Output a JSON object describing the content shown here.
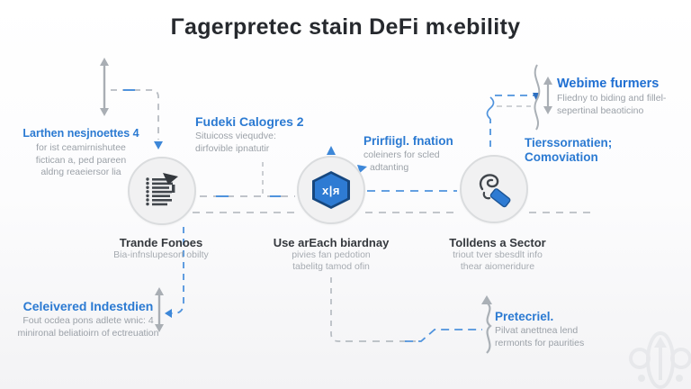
{
  "title": "Γagerpretec stain DeFi m‹ebility",
  "blocks": {
    "larthen": {
      "heading": "Larthen nesjnoettes 4",
      "line1": "for ist ceamirnishutee",
      "line2": "fictican a, ped pareen",
      "line3": "aldng reaeiersor lia"
    },
    "fudeki": {
      "heading": "Fudeki Calogres 2",
      "line1": "Situicoss viequdve:",
      "line2": "dirfovible ipnatutir"
    },
    "prirfiigl": {
      "heading": "Prirfiigl. fnation",
      "line1": "coleiners for scled",
      "line2": "adtanting"
    },
    "tierssornatien": {
      "heading": "Tierssornatien; Comoviation"
    },
    "webime": {
      "heading": "Webime furmers",
      "line1": "Fliedny to biding and fillel-",
      "line2": "sepertinal beaoticino"
    },
    "celeivered": {
      "heading": "Celeivered Indestdien",
      "line1": "Fout ocdea pons adlete wnic: 4",
      "line2": "minironal beliatioirn of ectreuation"
    },
    "pretecriel": {
      "heading": "Pretecriel.",
      "line1": "Pilvat anettnea lend",
      "line2": "rermonts for paurities"
    }
  },
  "nodes": {
    "node1": {
      "caption": "Trande Fonoes",
      "sub1": "Bia-infnslupesort obilty",
      "icon": "document-list-icon"
    },
    "node2": {
      "caption": "Use arEach biardnay",
      "sub1": "pivies fan pedotion",
      "sub2": "tabelitg tamod ofin",
      "icon": "hexagon-transform-icon",
      "hex_label": "x|я"
    },
    "node3": {
      "caption": "Tolldens a Sector",
      "sub1": "triout tver sbesdlt info",
      "sub2": "thear aiomeridure",
      "icon": "tag-swirl-icon"
    }
  },
  "colors": {
    "accent_blue": "#2b7ad2",
    "line_blue": "#4f93dd",
    "line_gray": "#b4b9bf",
    "heading_dark": "#26292e",
    "gray_text": "#9ba1a8",
    "caption_dark": "#34383d",
    "circle_fill": "#f1f1f2",
    "circle_border": "#dadcde",
    "hexagon_blue": "#2e7bd3"
  }
}
